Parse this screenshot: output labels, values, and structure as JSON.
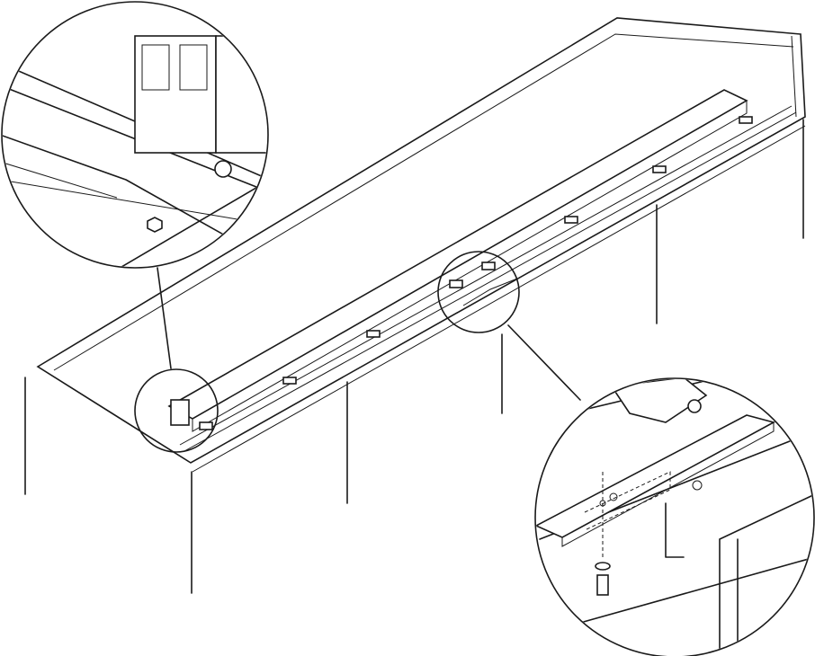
{
  "diagram": {
    "type": "assembly-illustration",
    "colors": {
      "line": "#1a1a1a",
      "background": "#ffffff"
    },
    "parts": [
      "cabinet-top",
      "sliding-door-rail",
      "rail-clips",
      "detail-callout-end-profile",
      "detail-callout-rail-joint",
      "detail-callout-connector-plate-screw"
    ]
  }
}
